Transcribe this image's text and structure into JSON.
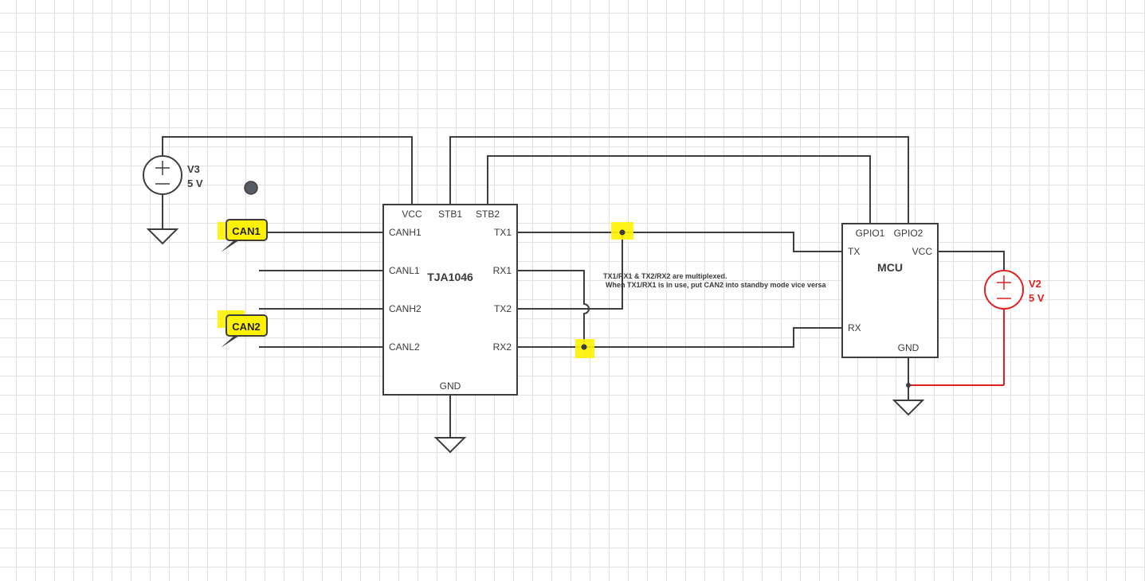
{
  "colors": {
    "wire": "#3d3d3d",
    "red": "#e02020",
    "highlight": "#fff200",
    "dot": "#555b63"
  },
  "transceiver": {
    "name": "TJA1046",
    "pins": {
      "vcc": "VCC",
      "stb1": "STB1",
      "stb2": "STB2",
      "canh1": "CANH1",
      "canl1": "CANL1",
      "canh2": "CANH2",
      "canl2": "CANL2",
      "tx1": "TX1",
      "rx1": "RX1",
      "tx2": "TX2",
      "rx2": "RX2",
      "gnd": "GND"
    }
  },
  "mcu": {
    "name": "MCU",
    "pins": {
      "gpio1": "GPIO1",
      "gpio2": "GPIO2",
      "tx": "TX",
      "vcc": "VCC",
      "rx": "RX",
      "gnd": "GND"
    }
  },
  "sources": {
    "v3": {
      "name": "V3",
      "value": "5 V",
      "color": "#3d3d3d"
    },
    "v2": {
      "name": "V2",
      "value": "5 V",
      "color": "#e02020"
    }
  },
  "labels": {
    "can1": "CAN1",
    "can2": "CAN2"
  },
  "note": {
    "line1": "TX1/RX1 & TX2/RX2 are multiplexed.",
    "line2": "When TX1/RX1 is in use, put CAN2 into standby mode vice versa"
  },
  "icons": {
    "ground": "ground-icon",
    "source": "voltage-source-icon",
    "tag": "net-label-icon"
  }
}
